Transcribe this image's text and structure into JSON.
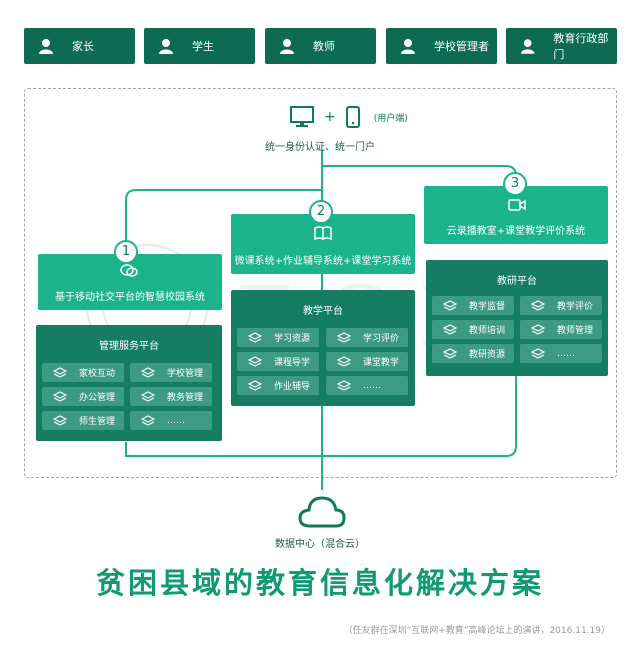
{
  "roles": [
    "家长",
    "学生",
    "教师",
    "学校管理者",
    "教育行政部门"
  ],
  "access": {
    "plus": "+",
    "note": "(用户端)",
    "auth": "统一身份认证、统一门户"
  },
  "modules": [
    {
      "num": "1",
      "title": "基于移动社交平台的智慧校园系统",
      "icon": "chat-icon",
      "platform": "管理服务平台",
      "items": [
        "家校互动",
        "学校管理",
        "办公管理",
        "教务管理",
        "师生管理",
        "……"
      ]
    },
    {
      "num": "2",
      "title": "微课系统+作业辅导系统+课堂学习系统",
      "icon": "book-icon",
      "platform": "教学平台",
      "items": [
        "学习资源",
        "学习评价",
        "课程导学",
        "课堂教学",
        "作业辅导",
        "……"
      ]
    },
    {
      "num": "3",
      "title": "云录播教室+课堂教学评价系统",
      "icon": "video-camera-icon",
      "platform": "教研平台",
      "items": [
        "教学监督",
        "教学评价",
        "教师培训",
        "教师管理",
        "教研资源",
        "……"
      ]
    }
  ],
  "watermark": "ECNU",
  "cloud": {
    "label": "数据中心（混合云）",
    "icon": "cloud-icon"
  },
  "title": "贫困县域的教育信息化解决方案",
  "source": "（任友群在深圳“互联网+教育”高峰论坛上的演讲，2016.11.19）",
  "colors": {
    "dark_green": "#0d6b52",
    "accent": "#1ab38c",
    "platform": "#147d62",
    "cell": "#3d9b82"
  }
}
